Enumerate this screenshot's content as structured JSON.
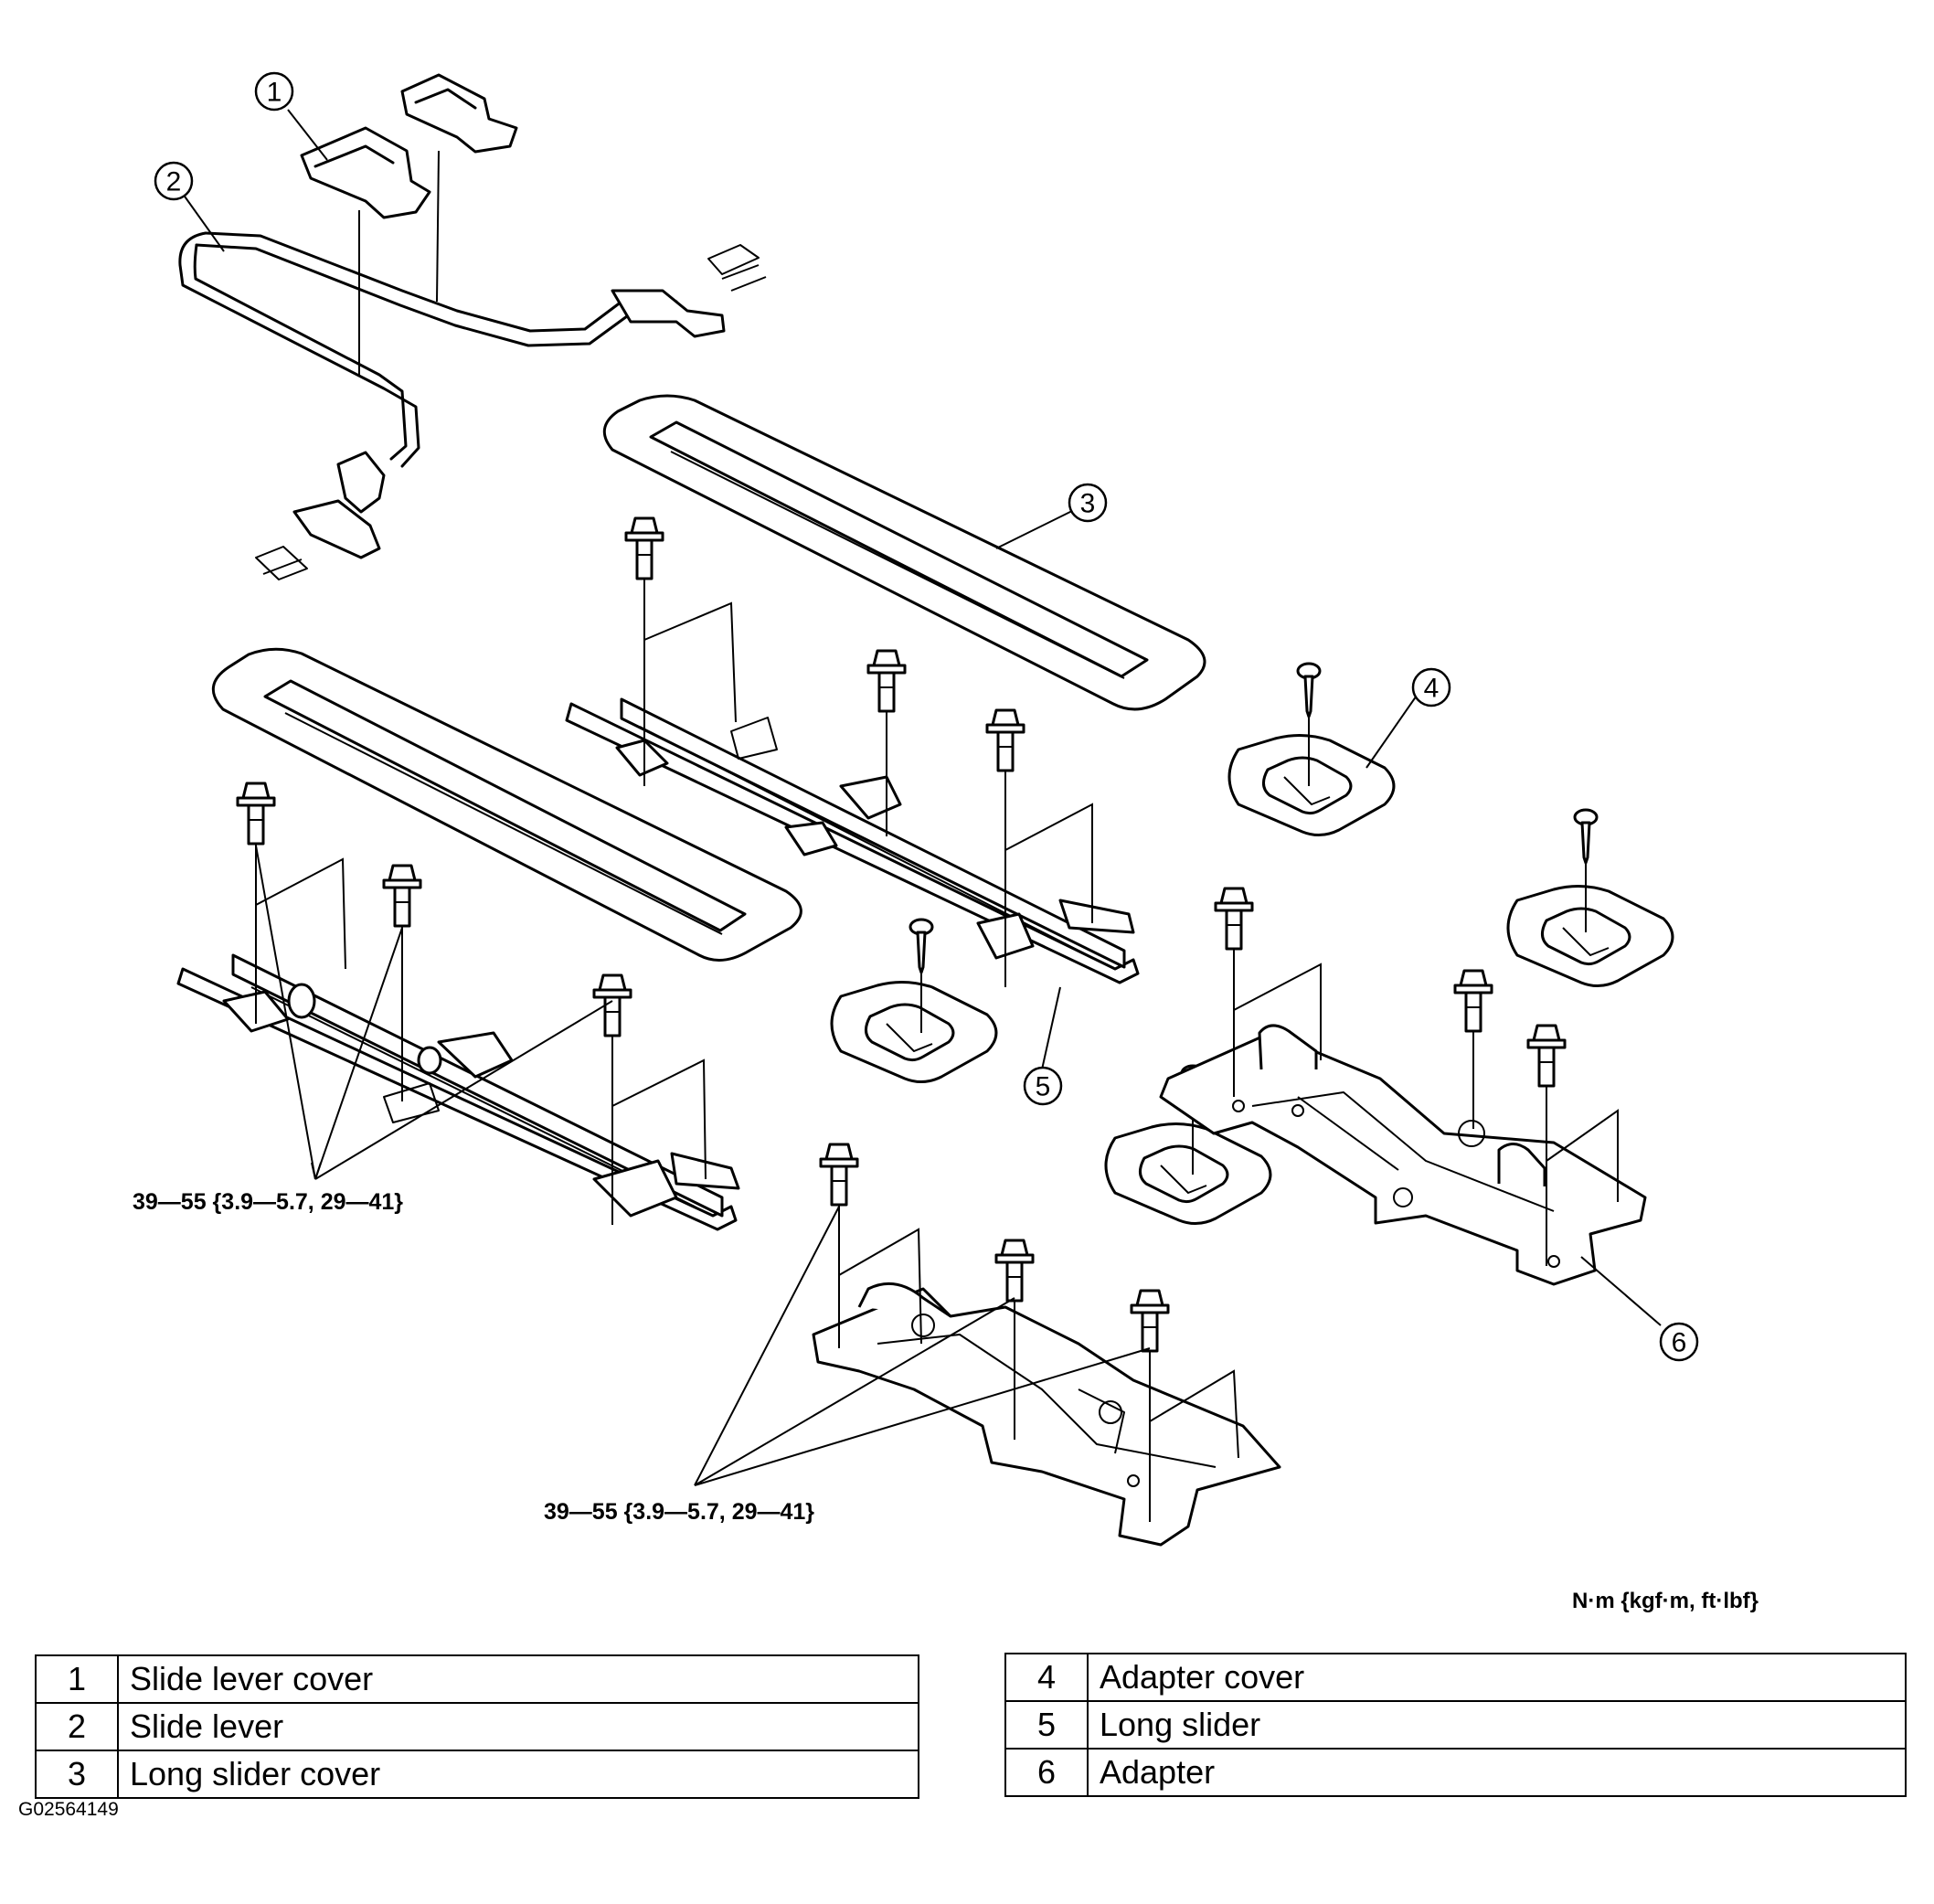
{
  "diagram": {
    "callouts": [
      "1",
      "2",
      "3",
      "4",
      "5",
      "6"
    ],
    "torque_spec_left": "39—55 {3.9—5.7, 29—41}",
    "torque_spec_bottom": "39—55 {3.9—5.7, 29—41}",
    "unit_note": "N·m {kgf·m, ft·lbf}"
  },
  "legend": {
    "left": [
      {
        "num": "1",
        "name": "Slide lever cover"
      },
      {
        "num": "2",
        "name": "Slide lever"
      },
      {
        "num": "3",
        "name": "Long slider cover"
      }
    ],
    "right": [
      {
        "num": "4",
        "name": "Adapter cover"
      },
      {
        "num": "5",
        "name": "Long slider"
      },
      {
        "num": "6",
        "name": "Adapter"
      }
    ]
  },
  "figure_id": "G02564149"
}
